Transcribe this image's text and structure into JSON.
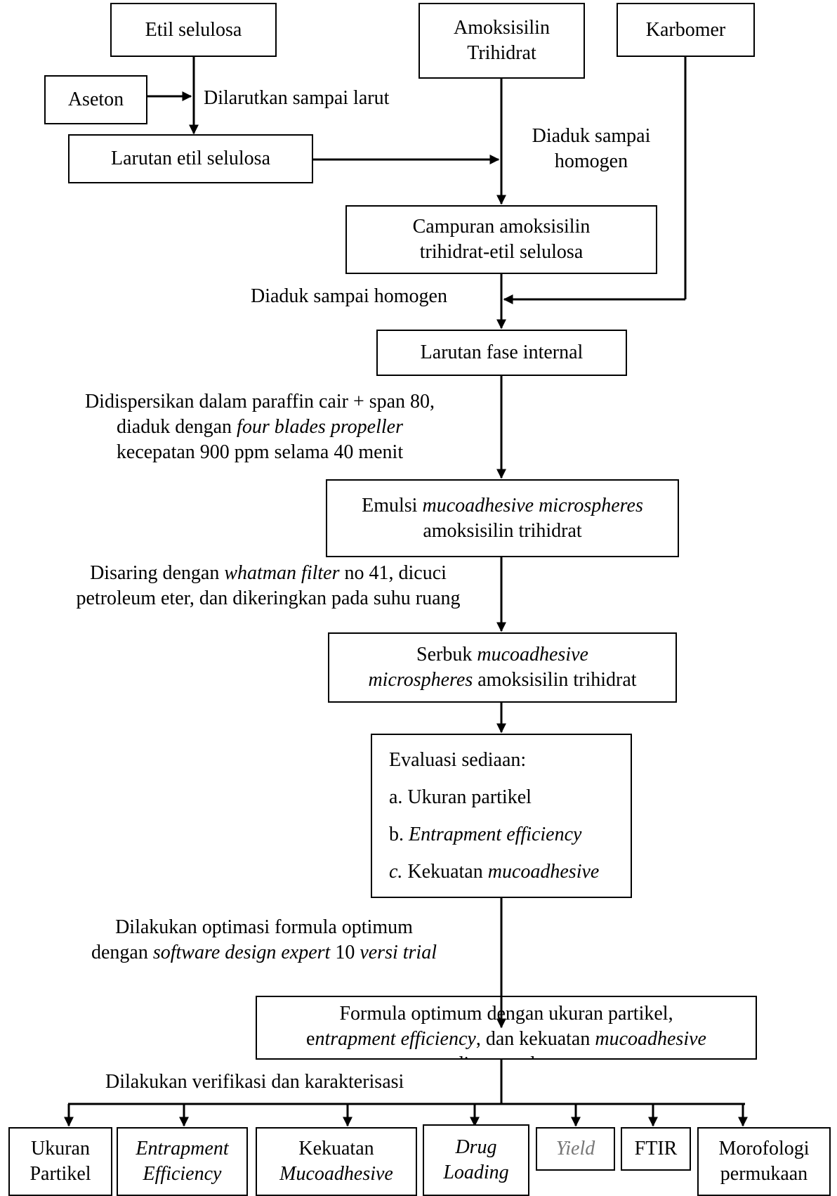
{
  "inputs": {
    "etil": "Etil selulosa",
    "amox1": "Amoksisilin",
    "amox2": "Trihidrat",
    "karbomer": "Karbomer",
    "aseton": "Aseton"
  },
  "steps": {
    "dilarutkan": "Dilarutkan sampai larut",
    "larutan_etil": "Larutan etil selulosa",
    "diaduk1a": "Diaduk sampai",
    "diaduk1b": "homogen",
    "campuran1": "Campuran amoksisilin",
    "campuran2": "trihidrat-etil selulosa",
    "diaduk2": "Diaduk sampai homogen",
    "fase_internal": "Larutan fase internal",
    "disp1": "Didispersikan dalam paraffin cair + span 80,",
    "disp2_a": "diaduk dengan ",
    "disp2_b": "four blades propeller",
    "disp3": "kecepatan 900 ppm selama 40 menit",
    "emulsi1_a": "Emulsi ",
    "emulsi1_b": "mucoadhesive microspheres",
    "emulsi2": "amoksisilin trihidrat",
    "saring1_a": "Disaring dengan ",
    "saring1_b": "whatman filter",
    "saring1_c": " no 41, dicuci",
    "saring2": "petroleum eter, dan dikeringkan pada suhu ruang",
    "serbuk1_a": "Serbuk ",
    "serbuk1_b": "mucoadhesive",
    "serbuk2_a": "microspheres",
    "serbuk2_b": " amoksisilin trihidrat"
  },
  "evaluation": {
    "title": "Evaluasi sediaan:",
    "a": "a. Ukuran partikel",
    "b_prefix": "b. ",
    "b_italic": "Entrapment efficiency",
    "c_prefix": "c.",
    "c_mid": " Kekuatan ",
    "c_italic": "mucoadhesive"
  },
  "optimization": {
    "l1": "Dilakukan optimasi formula optimum",
    "l2_a": "dengan ",
    "l2_b": "software design expert",
    "l2_c": " 10 ",
    "l2_d": "versi trial"
  },
  "optimum": {
    "l1": "Formula optimum dengan ukuran partikel,",
    "l2_a": "e",
    "l2_b": "ntrapment efficiency",
    "l2_c": ", dan kekuatan ",
    "l2_d": "mucoadhesive",
    "l3": "direncanakan"
  },
  "verification": "Dilakukan verifikasi dan karakterisasi",
  "outputs": {
    "ukuran1": "Ukuran",
    "ukuran2": "Partikel",
    "entrap1": "Entrapment",
    "entrap2": "Efficiency",
    "kekuatan1": "Kekuatan",
    "kekuatan2": "Mucoadhesive",
    "drug1": "Drug",
    "drug2": "Loading",
    "yield": "Yield",
    "ftir": "FTIR",
    "morfo1": "Morofologi",
    "morfo2": "permukaan"
  }
}
